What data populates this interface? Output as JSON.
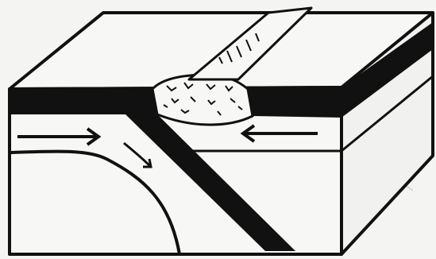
{
  "diagram": {
    "kind": "block-diagram",
    "description_visible_text": "",
    "colors": {
      "paper": "#f4f4f2",
      "ink": "#111111",
      "faint_background": "#d6d6d6",
      "crust_fill": "#f7f7f5",
      "side_fill": "#f1f1ef"
    },
    "elements": {
      "top_surface": "top-surface",
      "front_face": "front-face",
      "right_face": "right-face",
      "dark_layer_front": "dark-crust-layer-front",
      "dark_layer_right": "dark-crust-layer-right",
      "dark_layer_top_band": "dark-crust-band-top",
      "subducting_slab": "subducting-slab",
      "rock_pile": "rubble-pile",
      "ridge_tube": "mountain-ridge-tube",
      "arrows": [
        {
          "name": "plate-motion-arrow-left",
          "direction": "right"
        },
        {
          "name": "plate-motion-arrow-right",
          "direction": "left"
        },
        {
          "name": "mantle-flow-arrow",
          "direction": "down-right"
        }
      ]
    }
  }
}
